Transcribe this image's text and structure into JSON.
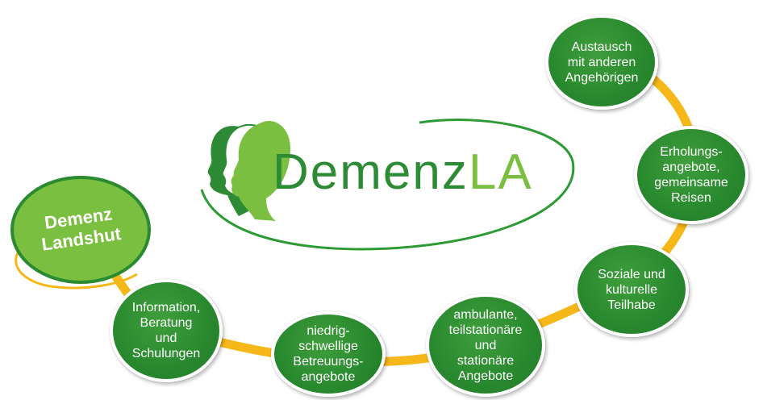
{
  "logo": {
    "part1": "Demenz",
    "part2": "LA"
  },
  "badge": {
    "label": "Demenz\nLandshut"
  },
  "nodes": [
    {
      "label": "Information,\nBeratung\nund\nSchulungen"
    },
    {
      "label": "niedrig-\nschwellige\nBetreuungs-\nangebote"
    },
    {
      "label": "ambulante,\nteilstationäre\nund\nstationäre\nAngebote"
    },
    {
      "label": "Soziale und\nkulturelle\nTeilhabe"
    },
    {
      "label": "Erholungs-\nangebote,\ngemeinsame\nReisen"
    },
    {
      "label": "Austausch\nmit anderen\nAngehörigen"
    }
  ],
  "colors": {
    "dark_green": "#2a8a2f",
    "light_green": "#7abf3f",
    "path_yellow": "#f6b819",
    "swoosh_green": "#2e9a34"
  }
}
